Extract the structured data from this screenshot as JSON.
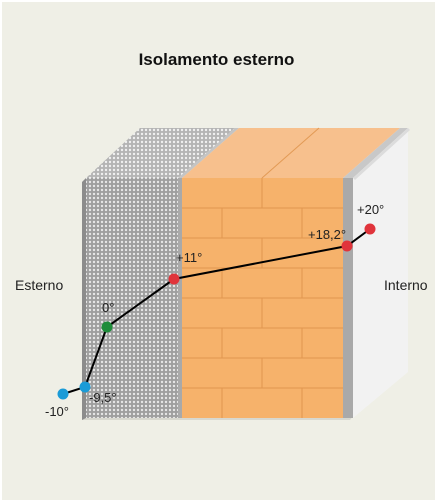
{
  "diagram": {
    "title": "Isolamento esterno",
    "side_labels": {
      "outside": "Esterno",
      "inside": "Interno"
    },
    "temperature_points": [
      {
        "label": "-10°",
        "color": "#1a9bd7"
      },
      {
        "label": "-9,5°",
        "color": "#1a9bd7"
      },
      {
        "label": "0°",
        "color": "#1e8c3a"
      },
      {
        "label": "+11°",
        "color": "#e0343b"
      },
      {
        "label": "+18,2°",
        "color": "#e0343b"
      },
      {
        "label": "+20°",
        "color": "#e0343b"
      }
    ],
    "colors": {
      "background": "#efefe6",
      "insulation": "#bcbcbc",
      "brick": "#f6b26b",
      "plaster": "#a9a9a9",
      "inner_face": "#f2f2f2",
      "line": "#000000"
    }
  }
}
